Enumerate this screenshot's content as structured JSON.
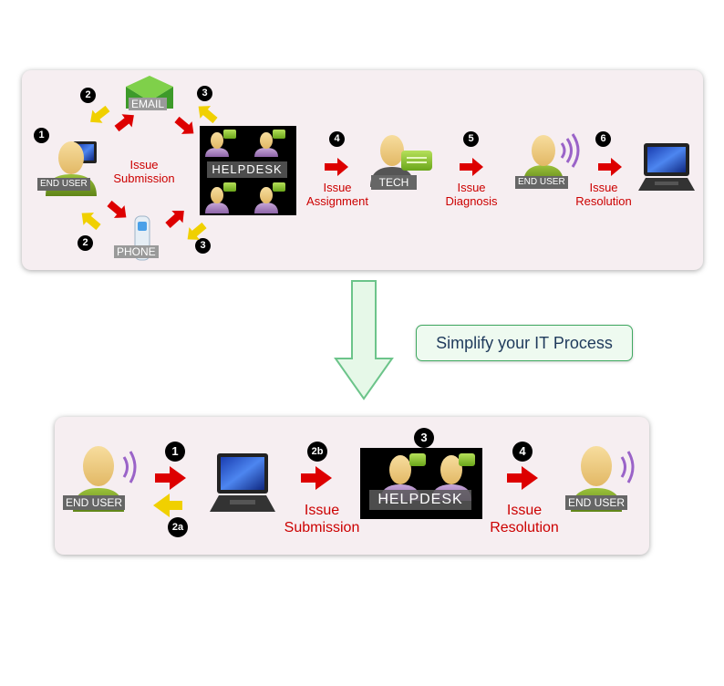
{
  "colors": {
    "red_arrow": "#dd0000",
    "yellow_arrow": "#f0d000",
    "label_red": "#cc0000",
    "badge": "#000000",
    "panel_bg": "#f6eef1",
    "down_arrow_fill": "#e6f8e8",
    "down_arrow_stroke": "#6cc48a",
    "simplify_text": "#1f3a5c"
  },
  "top": {
    "end_user_label": "END USER",
    "email_label": "EMAIL",
    "phone_label": "PHONE",
    "helpdesk_label": "HELPDESK",
    "tech_label": "TECH",
    "end_user2_label": "END USER",
    "issue_submission": "Issue\nSubmission",
    "issue_assignment": "Issue\nAssignment",
    "issue_diagnosis": "Issue\nDiagnosis",
    "issue_resolution": "Issue\nResolution",
    "badges": {
      "b1": "1",
      "b2a": "2",
      "b2b": "2",
      "b3a": "3",
      "b3b": "3",
      "b4": "4",
      "b5": "5",
      "b6": "6"
    }
  },
  "middle": {
    "simplify_text": "Simplify your IT Process",
    "arrow_icon": "down-arrow-icon"
  },
  "bottom": {
    "end_user_label": "END USER",
    "helpdesk_label": "HELPDESK",
    "end_user2_label": "END USER",
    "issue_submission": "Issue\nSubmission",
    "issue_resolution": "Issue\nResolution",
    "badges": {
      "b1": "1",
      "b2a": "2a",
      "b2b": "2b",
      "b3": "3",
      "b4": "4"
    }
  }
}
